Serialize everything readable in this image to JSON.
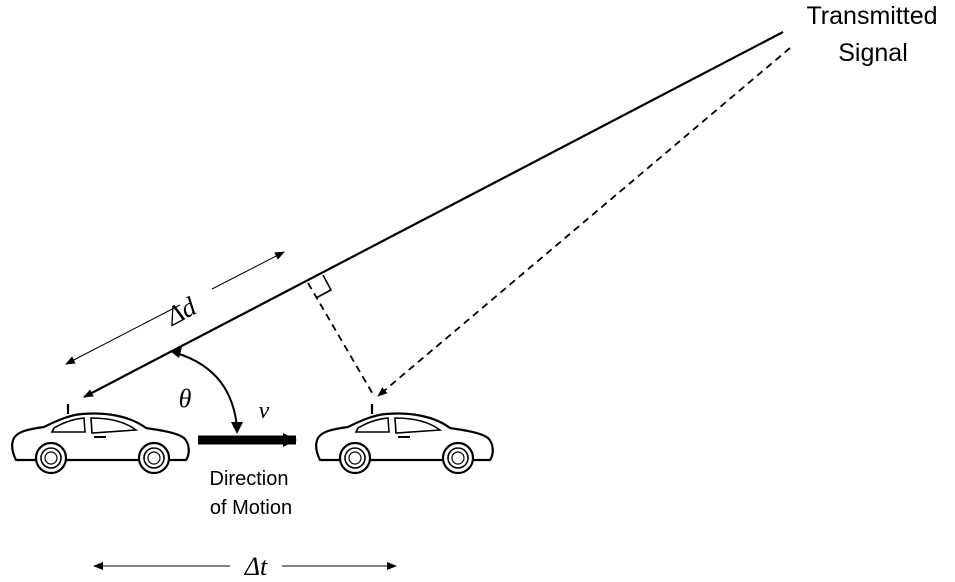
{
  "labels": {
    "signal_line1": "Transmitted",
    "signal_line2": "Signal",
    "delta_d": "Δd",
    "theta": "θ",
    "velocity": "v",
    "motion_line1": "Direction",
    "motion_line2": "of Motion",
    "delta_t": "Δt"
  },
  "icons": {
    "car": "car-icon",
    "antenna": "antenna-icon"
  },
  "colors": {
    "stroke": "#000000",
    "background": "#ffffff"
  }
}
